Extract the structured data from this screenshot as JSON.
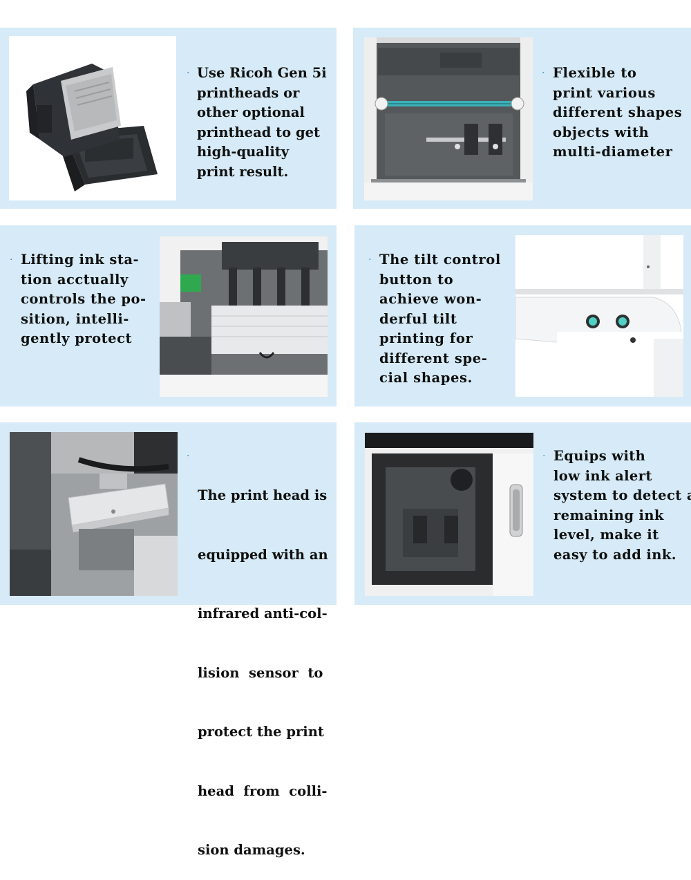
{
  "features": [
    {
      "bullet": "·",
      "lines": [
        "Use Ricoh Gen 5i",
        "printheads or",
        "other optional",
        "printhead to get",
        "high-quality",
        "print result."
      ],
      "image": "printhead-module"
    },
    {
      "bullet": "·",
      "lines": [
        "Flexible to",
        "print various",
        "different shapes",
        "objects with",
        "multi-diameter"
      ],
      "image": "rotary-fixture"
    },
    {
      "bullet": "·",
      "lines": [
        "Lifting ink sta-",
        "tion acctually",
        "controls the po-",
        "sition, intelli-",
        "gently protect"
      ],
      "image": "ink-station"
    },
    {
      "bullet": "·",
      "lines": [
        "The tilt control",
        "button to",
        "achieve won-",
        "derful tilt",
        "printing for",
        "different spe-",
        "cial shapes."
      ],
      "image": "tilt-buttons"
    },
    {
      "bullet": "·",
      "lines": [
        "The print head is",
        "equipped with an",
        "infrared anti-col-",
        "lision  sensor  to",
        "protect the print",
        "head  from  colli-",
        "sion damages."
      ],
      "image": "collision-sensor"
    },
    {
      "bullet": "·",
      "lines": [
        "Equips with",
        "low ink alert",
        "system to detect a",
        "remaining ink",
        "level, make it",
        "easy to add ink."
      ],
      "image": "ink-alert-door"
    }
  ],
  "colors": {
    "panel": "#d6ebf7",
    "bullet": "#3a8cc0",
    "text": "#101010"
  }
}
